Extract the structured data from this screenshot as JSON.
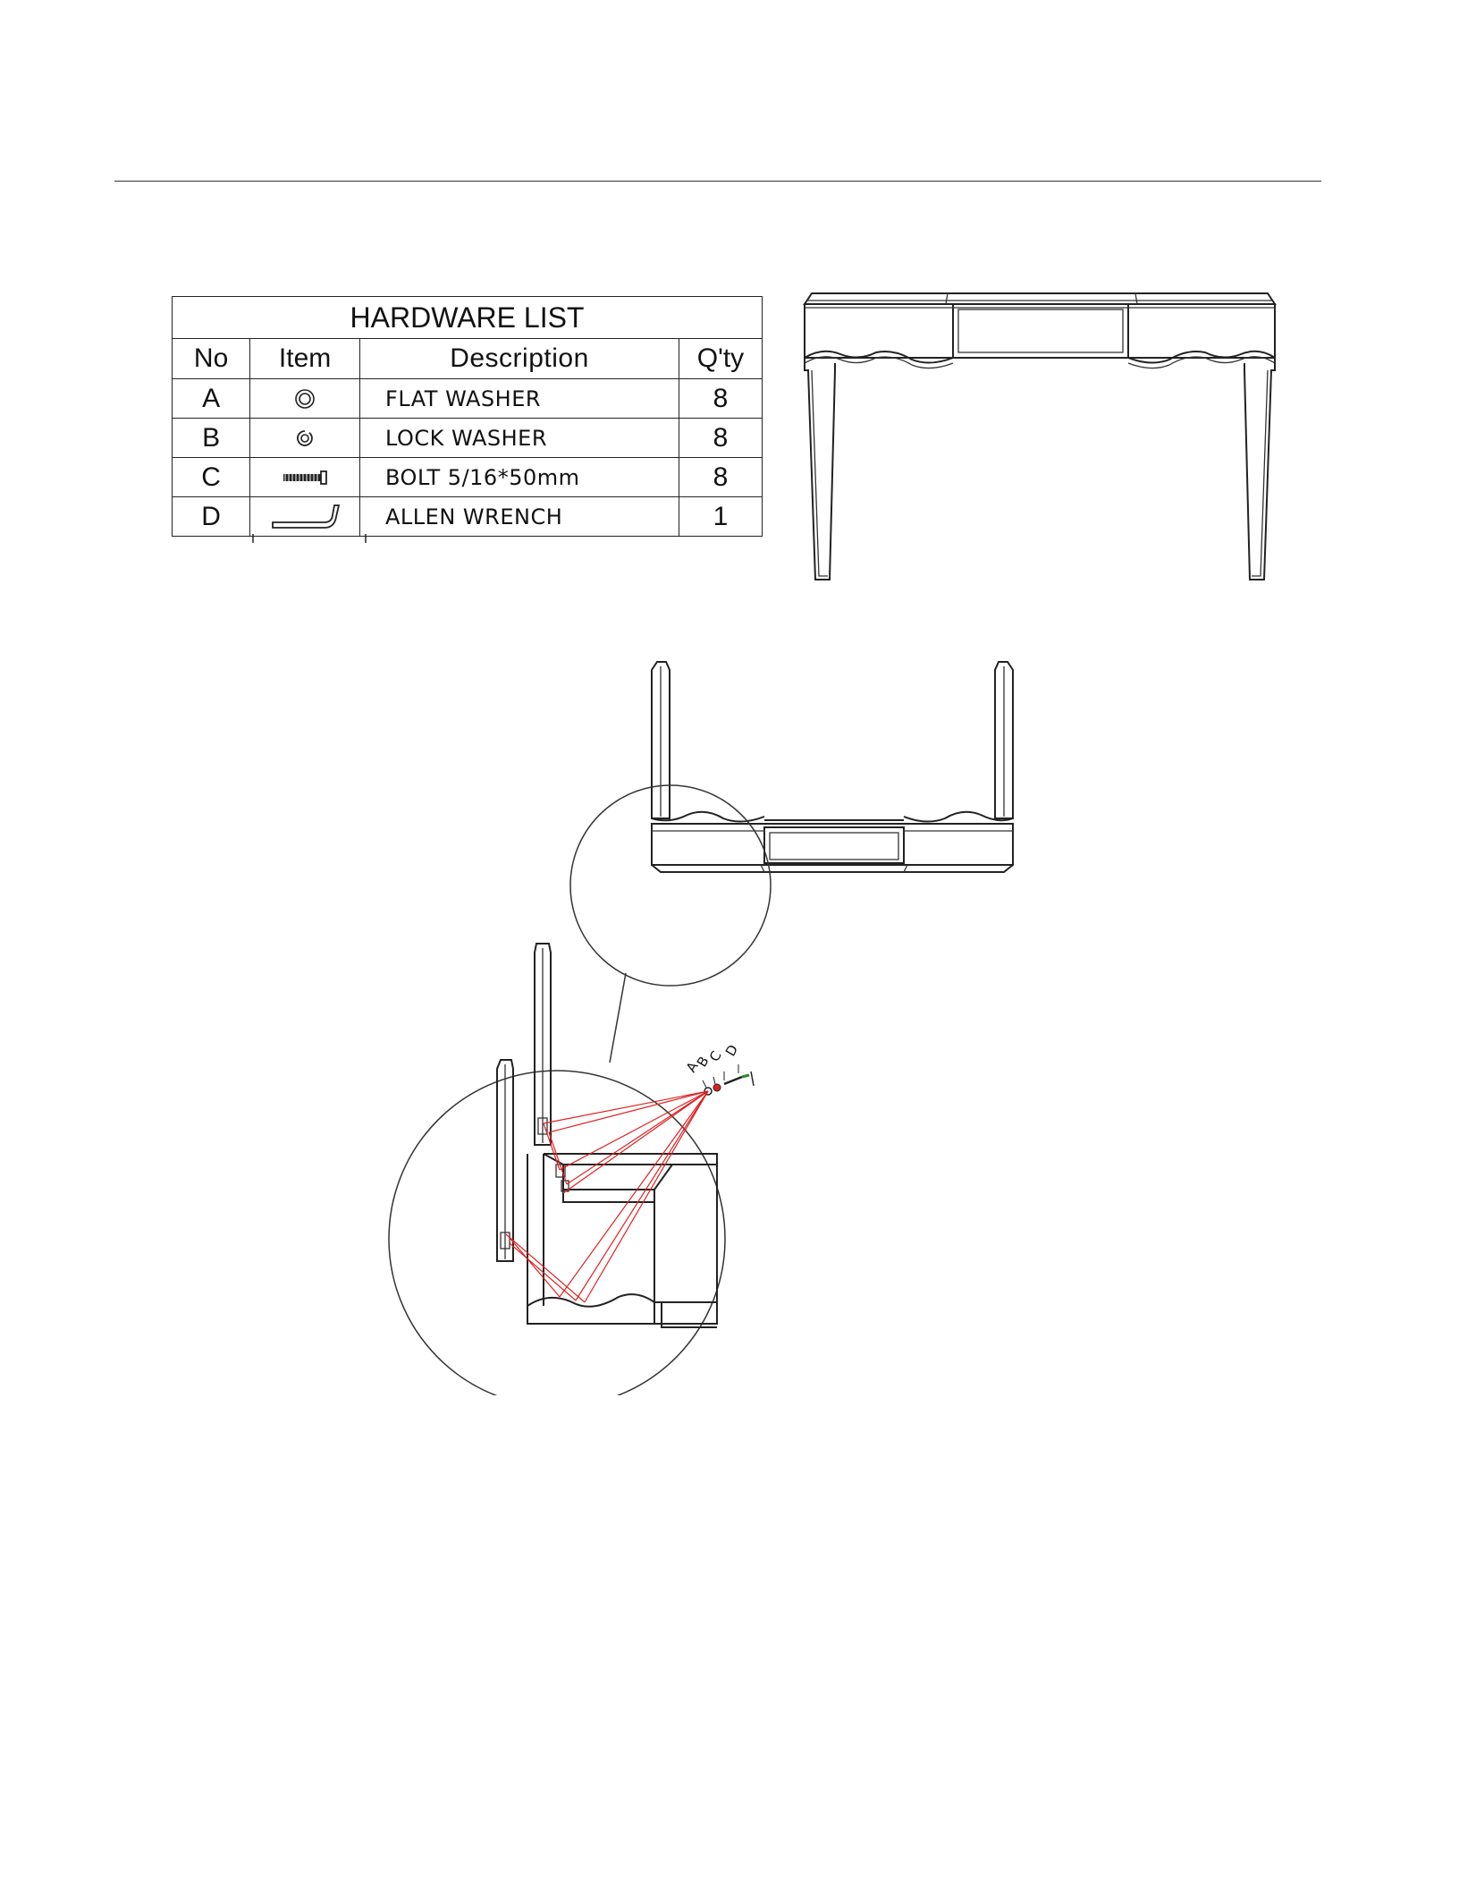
{
  "hardware_list": {
    "title": "HARDWARE LIST",
    "headers": {
      "no": "No",
      "item": "Item",
      "description": "Description",
      "qty": "Q'ty"
    },
    "rows": [
      {
        "no": "A",
        "icon": "flat-washer-icon",
        "description": "FLAT WASHER",
        "qty": "8"
      },
      {
        "no": "B",
        "icon": "lock-washer-icon",
        "description": "LOCK WASHER",
        "qty": "8"
      },
      {
        "no": "C",
        "icon": "bolt-icon",
        "description": "BOLT 5/16*50mm",
        "qty": "8"
      },
      {
        "no": "D",
        "icon": "allen-wrench-icon",
        "description": "ALLEN WRENCH",
        "qty": "1"
      }
    ]
  },
  "callout_labels": [
    "A",
    "B",
    "C",
    "D"
  ]
}
